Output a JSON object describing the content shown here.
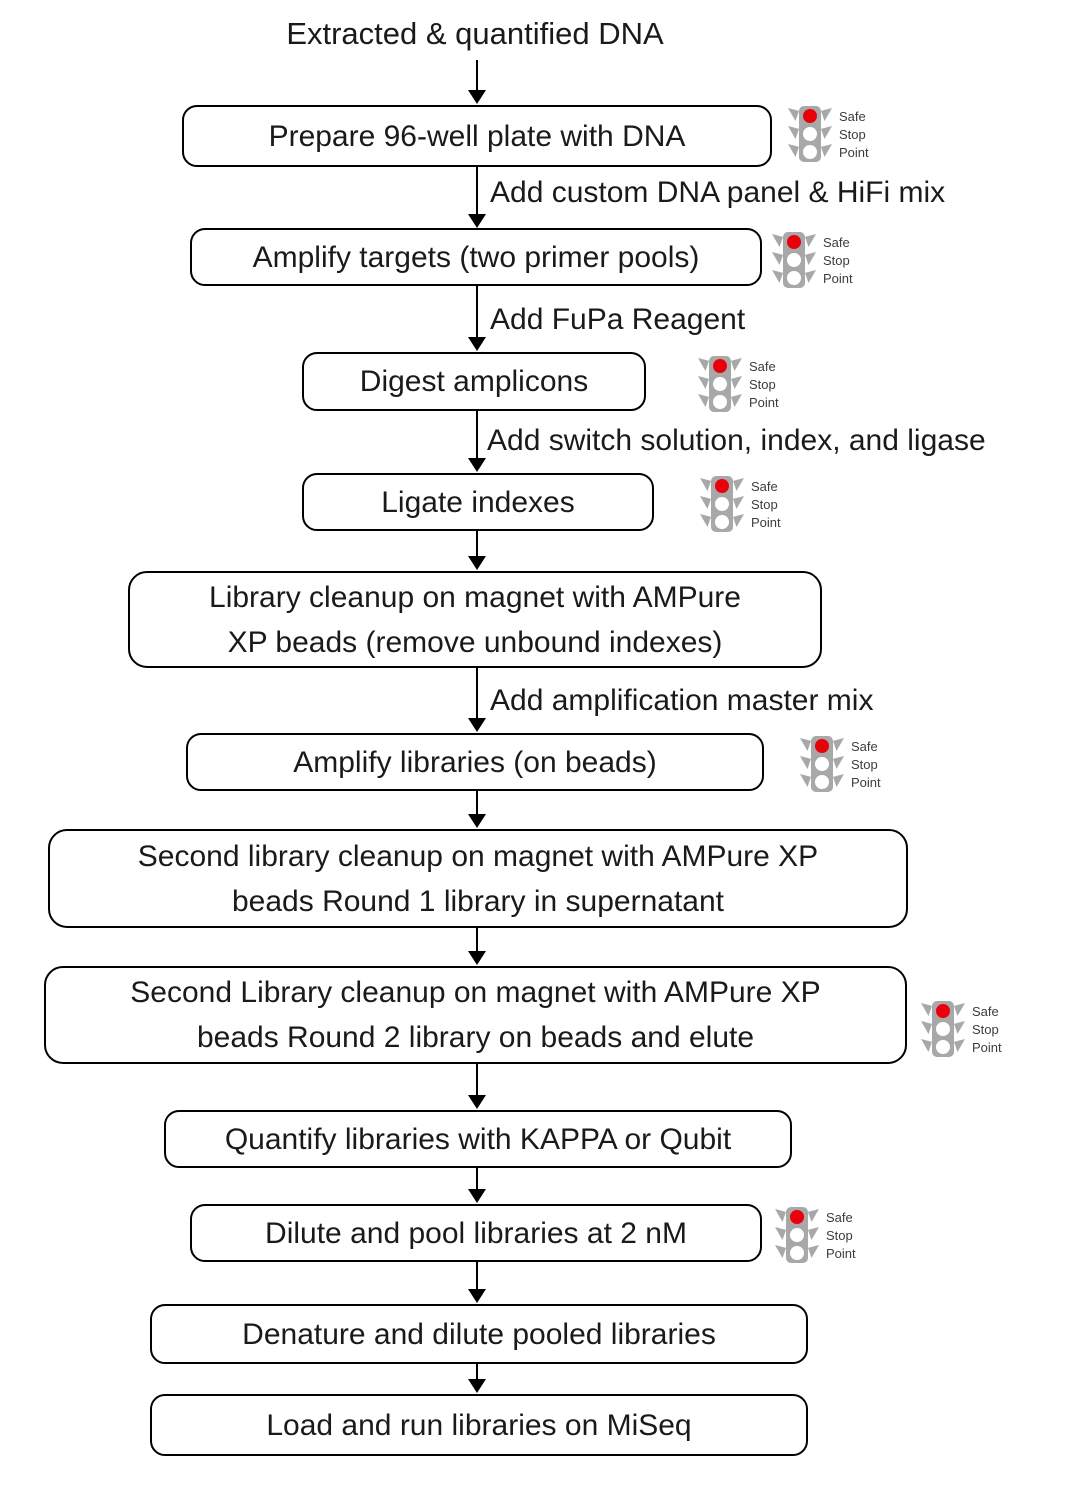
{
  "diagram": {
    "title": "Extracted & quantified DNA",
    "colors": {
      "box_border": "#000000",
      "box_fill": "#ffffff",
      "text": "#1a1a1a",
      "arrow": "#000000",
      "traffic_light_body": "#a8a8a8",
      "traffic_light_red": "#e8000b",
      "traffic_light_off": "#ffffff"
    },
    "traffic_light": {
      "lines": [
        "Safe",
        "Stop",
        "Point"
      ]
    },
    "steps": [
      {
        "label": "Prepare 96-well plate with DNA",
        "safe_stop_point": true
      },
      {
        "label": "Amplify targets (two primer pools)",
        "safe_stop_point": true
      },
      {
        "label": "Digest amplicons",
        "safe_stop_point": true
      },
      {
        "label": "Ligate indexes",
        "safe_stop_point": true
      },
      {
        "label": "Library cleanup on magnet with AMPure",
        "label2": "XP beads (remove unbound indexes)",
        "safe_stop_point": false
      },
      {
        "label": "Amplify libraries (on beads)",
        "safe_stop_point": true
      },
      {
        "label": "Second library cleanup on magnet with AMPure XP",
        "label2": "beads Round 1 library in supernatant",
        "safe_stop_point": false
      },
      {
        "label": "Second Library cleanup on magnet with AMPure XP",
        "label2": "beads Round 2 library on beads and elute",
        "safe_stop_point": true
      },
      {
        "label": "Quantify libraries with KAPPA or Qubit",
        "safe_stop_point": false
      },
      {
        "label": "Dilute and pool libraries at 2 nM",
        "safe_stop_point": true
      },
      {
        "label": "Denature and dilute pooled libraries",
        "safe_stop_point": false
      },
      {
        "label": "Load and run libraries on MiSeq",
        "safe_stop_point": false
      }
    ],
    "edge_labels": [
      "Add custom DNA panel & HiFi mix",
      "Add FuPa Reagent",
      "Add switch solution, index, and ligase",
      "Add amplification master mix"
    ]
  }
}
